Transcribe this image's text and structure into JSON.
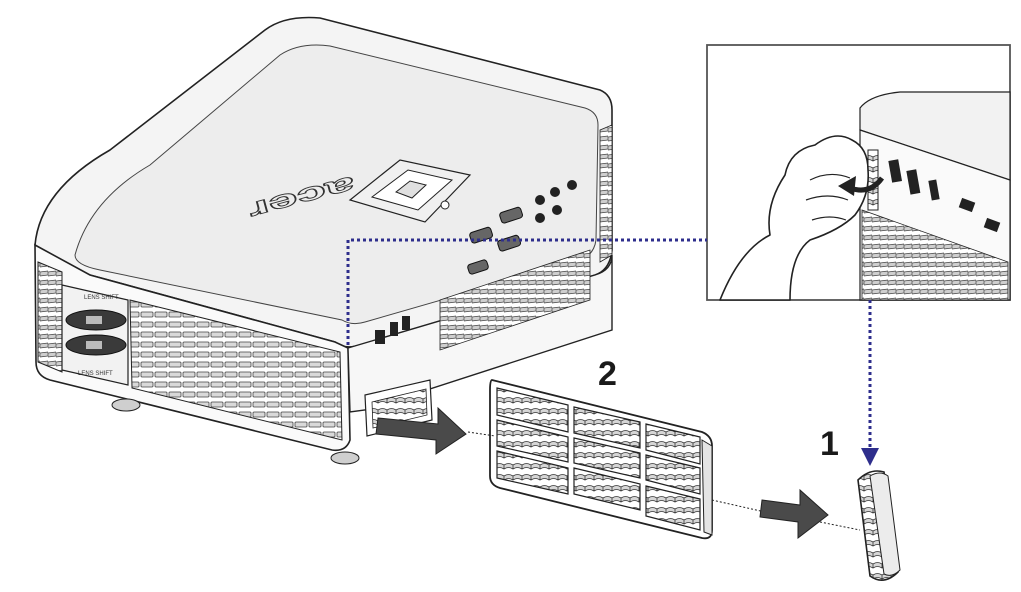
{
  "figure": {
    "brand_logo": "acer",
    "lens_shift_label": "LENS SHIFT",
    "steps": [
      {
        "number": "1",
        "target": "filter cover"
      },
      {
        "number": "2",
        "target": "dust filter"
      }
    ],
    "colors": {
      "dotted_callout": "#2e2e8c",
      "arrow_fill": "#4a4a4a",
      "outline": "#222222",
      "inset_border": "#555555"
    },
    "icons": [
      "projector-body",
      "control-keypad",
      "io-ports",
      "inset-zoom-frame",
      "hand-gesture",
      "curved-pull-arrow",
      "dust-filter-frame",
      "filter-cover",
      "pull-arrow",
      "down-arrow"
    ]
  }
}
